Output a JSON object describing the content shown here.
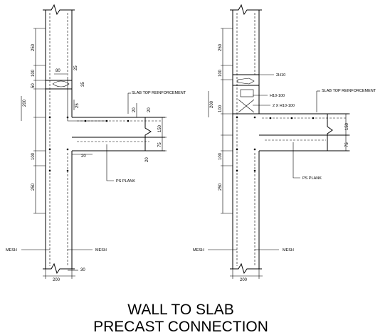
{
  "left_detail": {
    "dims_vertical": [
      "250",
      "100",
      "50",
      "200",
      "100",
      "250"
    ],
    "dims_small": [
      "80",
      "25",
      "35",
      "25",
      "20",
      "20",
      "150",
      "75",
      "20",
      "20"
    ],
    "dim_width": "200",
    "dim_cover": "30",
    "labels": {
      "slab_top": "SLAB TOP REINFORCEMENT",
      "ps_plank": "PS PLANK",
      "mesh_left": "MESH",
      "mesh_right": "MESH"
    }
  },
  "right_detail": {
    "dims_vertical": [
      "250",
      "100",
      "200",
      "100",
      "100",
      "250"
    ],
    "dims_small": [
      "150",
      "75"
    ],
    "dim_width": "200",
    "labels": {
      "bar_2h10": "2H10",
      "bar_h10_100": "H10-100",
      "bar_2xh10_100": "2 X H10-100",
      "slab_top": "SLAB TOP REINFORCEMENT",
      "ps_plank": "PS PLANK",
      "mesh_left": "MESH",
      "mesh_right": "MESH"
    }
  },
  "title": {
    "line1": "WALL TO SLAB",
    "line2": "PRECAST CONNECTION"
  }
}
